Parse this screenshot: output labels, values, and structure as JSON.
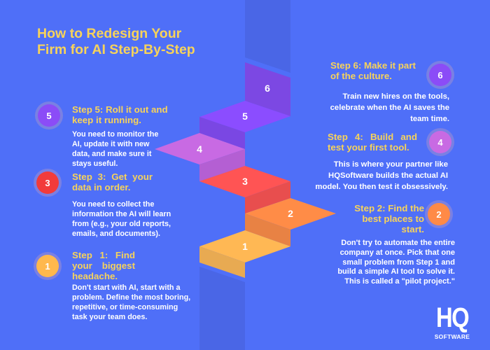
{
  "title_lines": [
    "How to Redesign Your",
    "Firm for AI Step-By-Step"
  ],
  "steps": [
    {
      "number": "1",
      "color": "#ffb84d",
      "title_lines": [
        "Step 1: Find",
        "your biggest",
        "headache."
      ],
      "body_lines": [
        "Don't start with AI, start with a",
        "problem. Define the most boring,",
        "repetitive, or time-consuming",
        "task your team does."
      ]
    },
    {
      "number": "2",
      "color": "#ff8a47",
      "title_lines": [
        "Step 2: Find the",
        "best places to",
        "start."
      ],
      "body_lines": [
        "Don't try to automate the entire",
        "company at once. Pick that one",
        "small problem from Step 1 and",
        "build a simple AI tool to solve it.",
        "This is called a \"pilot project.\""
      ]
    },
    {
      "number": "3",
      "color": "#f23b3b",
      "title_lines": [
        "Step 3: Get your",
        "data in order."
      ],
      "body_lines": [
        "You need to collect the",
        "information the AI will learn",
        "from (e.g., your old reports,",
        "emails, and documents)."
      ]
    },
    {
      "number": "4",
      "color": "#c86ae3",
      "title_lines": [
        "Step 4: Build and",
        "test your first tool."
      ],
      "body_lines": [
        "This is where your partner like",
        "HQSoftware builds the actual AI",
        "model. You then test it obsessively."
      ]
    },
    {
      "number": "5",
      "color": "#8b4cf7",
      "title_lines": [
        "Step 5: Roll it out and",
        "keep it running."
      ],
      "body_lines": [
        "You need to monitor the",
        "AI, update it with new",
        "data, and make sure it",
        "stays useful."
      ]
    },
    {
      "number": "6",
      "color": "#8b4cf7",
      "title_lines": [
        "Step 6: Make it part",
        "of the culture."
      ],
      "body_lines": [
        "Train new hires on the tools,",
        "celebrate when the AI saves the",
        "team time."
      ]
    }
  ],
  "staircase": {
    "column": "#4a66e6",
    "step6_face": "#7c48e3",
    "step5_top": "#8b4dff",
    "step5_front": "#7a47e3",
    "step4_top": "#c86ae3",
    "step4_front": "#b45fd3",
    "step3_top": "#ff5454",
    "step3_front": "#e84e4e",
    "step2_top": "#ff8c47",
    "step2_front": "#e88244",
    "step1_top": "#ffb854",
    "step1_front": "#e8aa52",
    "circle_ring": "#7a80e3"
  },
  "logo": {
    "main": "HQ",
    "sub": "SOFTWARE"
  },
  "theme": {
    "background": "#4f6ff8",
    "title_color": "#f7d35a",
    "text_color": "#ffffff"
  }
}
